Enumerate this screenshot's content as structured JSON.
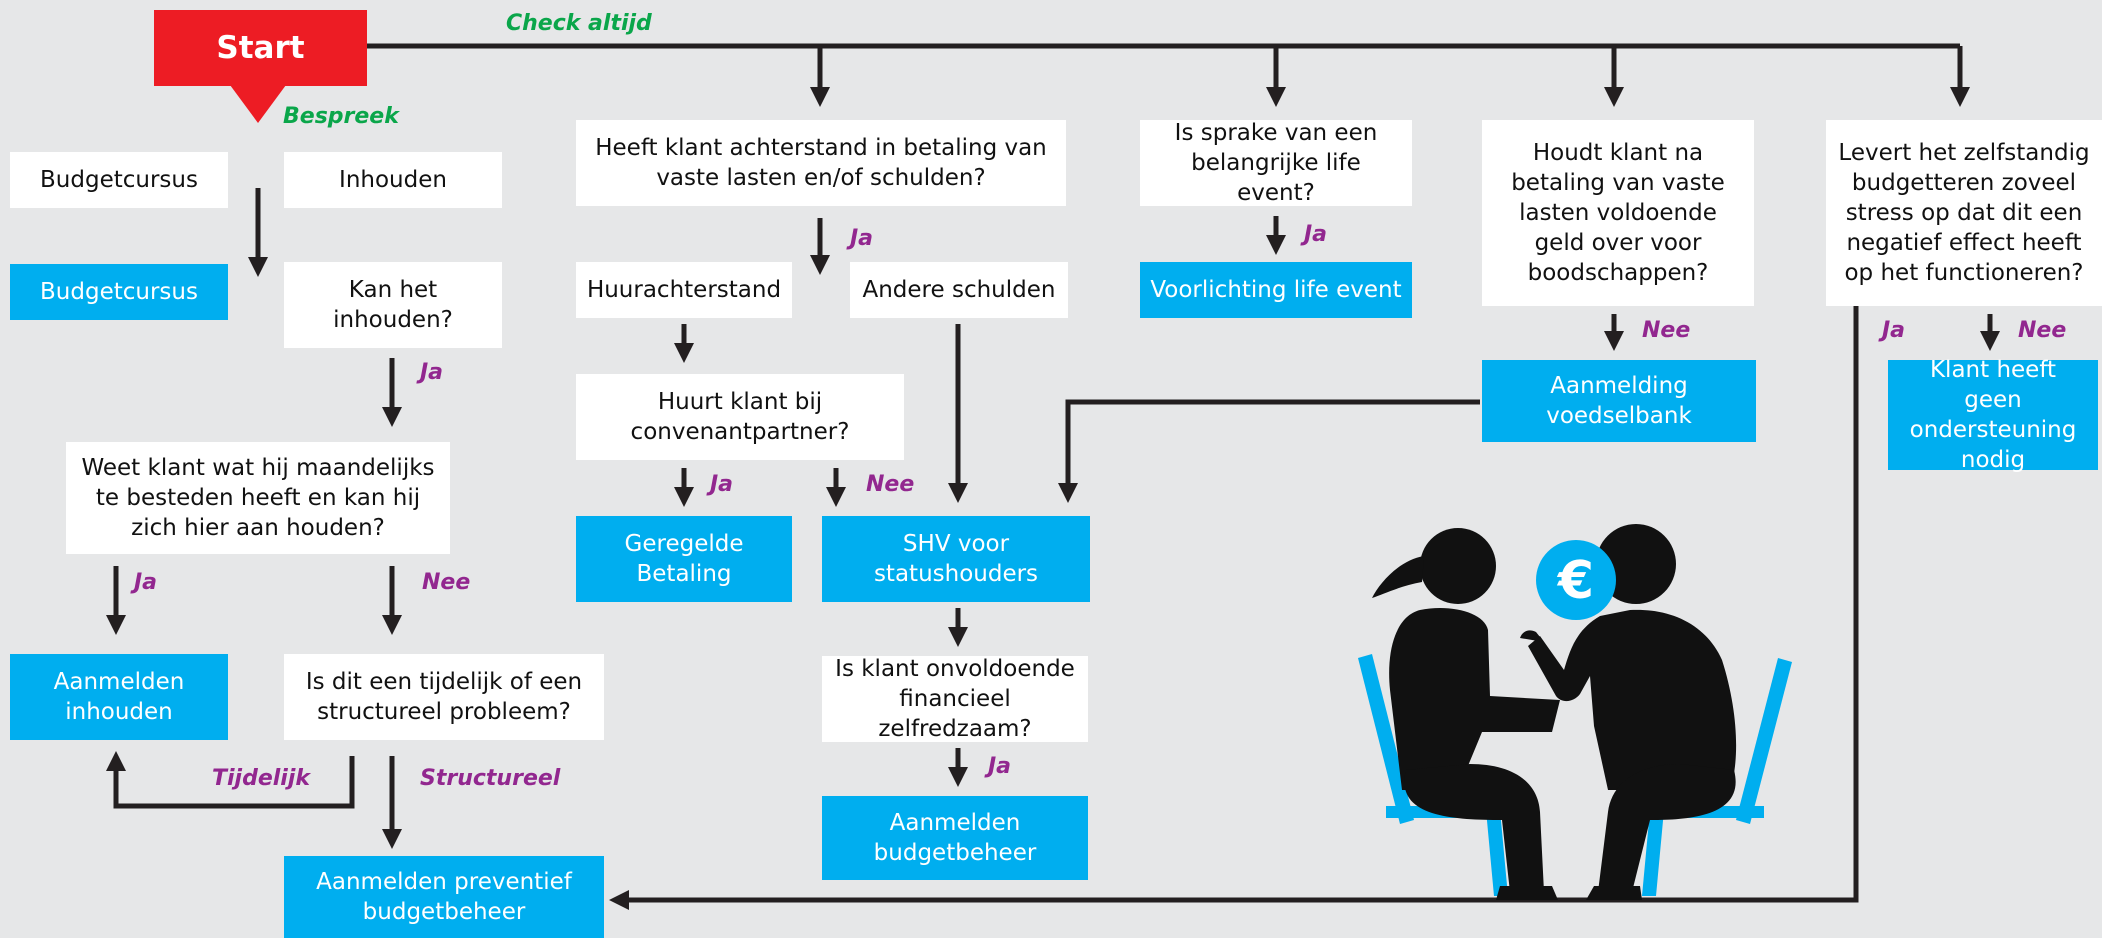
{
  "start": "Start",
  "labels": {
    "check_altijd": "Check altijd",
    "bespreek": "Bespreek",
    "ja": "Ja",
    "nee": "Nee",
    "tijdelijk": "Tijdelijk",
    "structureel": "Structureel"
  },
  "boxes": {
    "budgetcursus_option": "Budgetcursus",
    "inhouden_option": "Inhouden",
    "budgetcursus_action": "Budgetcursus",
    "kan_het_inhouden": "Kan het inhouden?",
    "weet_klant": "Weet klant wat hij maandelijks te besteden heeft en kan hij zich hier aan houden?",
    "aanmelden_inhouden": "Aanmelden inhouden",
    "tijdelijk_structureel": "Is dit een tijdelijk of een structureel probleem?",
    "aanmelden_preventief": "Aanmelden preventief budgetbeheer",
    "achterstand": "Heeft klant achterstand in betaling van vaste lasten en/of schulden?",
    "huurachterstand": "Huurachterstand",
    "andere_schulden": "Andere schulden",
    "huurt_klant": "Huurt klant bij convenantpartner?",
    "geregelde_betaling": "Geregelde Betaling",
    "shv": "SHV voor statushouders",
    "onvoldoende": "Is klant onvoldoende financieel zelfredzaam?",
    "aanmelden_budgetbeheer": "Aanmelden budgetbeheer",
    "life_event": "Is sprake van een belangrijke life event?",
    "voorlichting": "Voorlichting life event",
    "houdt_klant": "Houdt klant na betaling van vaste lasten voldoende geld over voor boodschappen?",
    "voedselbank": "Aanmelding voedselbank",
    "levert": "Levert het zelfstandig budgetteren zoveel stress op dat dit een negatief effect heeft op het functioneren?",
    "geen_ondersteuning": "Klant heeft geen ondersteuning nodig"
  },
  "icons": {
    "euro": "€"
  },
  "colors": {
    "background": "#e6e7e8",
    "start": "#ed1c24",
    "action": "#00aeef",
    "question": "#ffffff",
    "answer_label": "#92278f",
    "flow_label": "#0aa64a",
    "line": "#231f20",
    "silhouette": "#111111",
    "chair": "#00aeef"
  }
}
